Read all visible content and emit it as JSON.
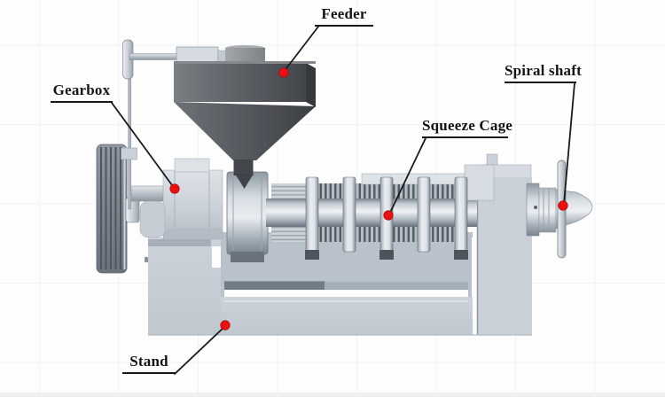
{
  "diagram": {
    "background": "#fdfdfe",
    "marker_color": "#ec1111",
    "leader_color": "#1a1a1a",
    "label_text_color": "#141414"
  },
  "labels": [
    {
      "id": "feeder",
      "text": "Feeder"
    },
    {
      "id": "gearbox",
      "text": "Gearbox"
    },
    {
      "id": "squeeze-cage",
      "text": "Squeeze Cage"
    },
    {
      "id": "spiral-shaft",
      "text": "Spiral shaft"
    },
    {
      "id": "stand",
      "text": "Stand"
    }
  ]
}
